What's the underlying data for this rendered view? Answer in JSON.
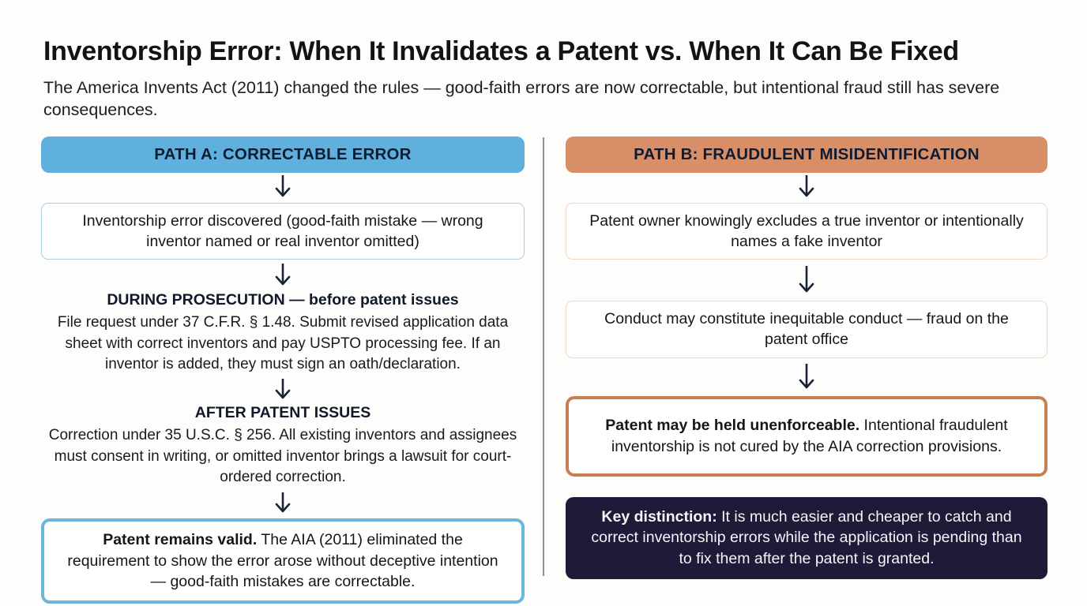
{
  "page": {
    "title": "Inventorship Error: When It Invalidates a Patent vs. When It Can Be Fixed",
    "subtitle": "The America Invents Act (2011) changed the rules — good-faith errors are now correctable, but intentional fraud still has severe consequences."
  },
  "colors": {
    "path_a_accent": "#5fb0dc",
    "path_a_border_light": "#a9cfe5",
    "path_a_border_strong": "#6fb4da",
    "path_b_accent": "#d88e66",
    "path_b_border_light": "#f3d7c4",
    "path_b_border_strong": "#c97f54",
    "key_box_background": "#1e1a38",
    "arrow": "#1a2238",
    "divider": "#8f8f8f"
  },
  "icons": {
    "flow_connector": "down-arrow"
  },
  "path_a": {
    "header": "PATH A: CORRECTABLE ERROR",
    "discovery": "Inventorship error discovered (good-faith mistake — wrong inventor named or real inventor omitted)",
    "prosecution_heading": "DURING PROSECUTION — before patent issues",
    "prosecution_body": "File request under 37 C.F.R. § 1.48. Submit revised application data sheet with correct inventors and pay USPTO processing fee. If an inventor is added, they must sign an oath/declaration.",
    "after_issue_heading": "AFTER PATENT ISSUES",
    "after_issue_body": "Correction under 35 U.S.C. § 256. All existing inventors and assignees must consent in writing, or omitted inventor brings a lawsuit for court-ordered correction.",
    "outcome_lead": "Patent remains valid.",
    "outcome_text": " The AIA (2011) eliminated the requirement to show the error arose without deceptive intention — good-faith mistakes are correctable."
  },
  "path_b": {
    "header": "PATH B: FRAUDULENT MISIDENTIFICATION",
    "conduct": "Patent owner knowingly excludes a true inventor or intentionally names a fake inventor",
    "inequitable": "Conduct may constitute inequitable conduct — fraud on the patent office",
    "outcome_lead": "Patent may be held unenforceable.",
    "outcome_text": " Intentional fraudulent inventorship is not cured by the AIA correction provisions.",
    "key_lead": "Key distinction:",
    "key_text": " It is much easier and cheaper to catch and correct inventorship errors while the application is pending than to fix them after the patent is granted."
  }
}
